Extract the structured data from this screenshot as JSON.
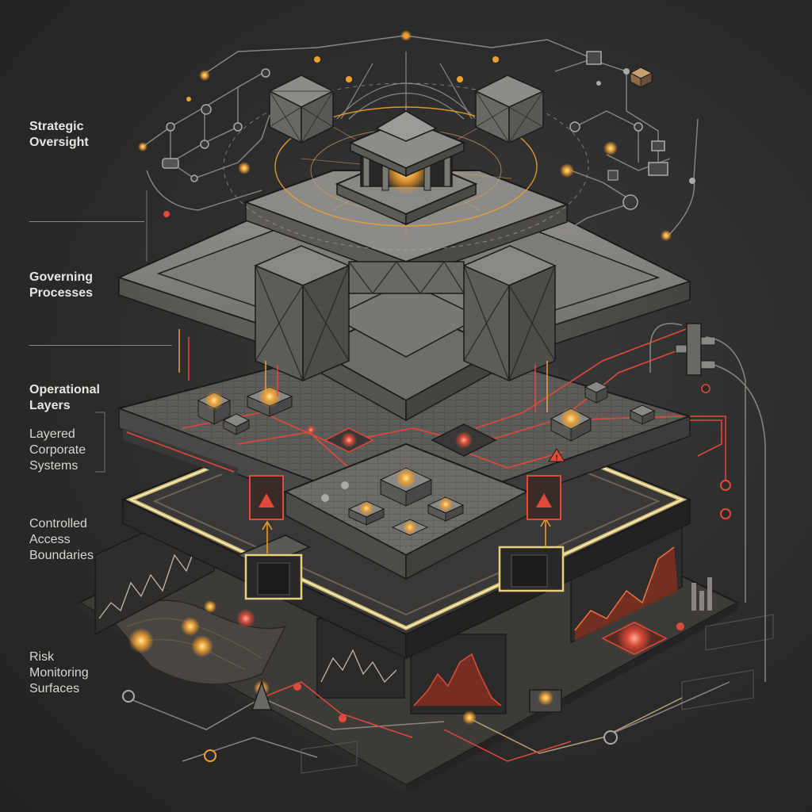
{
  "labels": {
    "strategic_oversight": "Strategic\nOversight",
    "governing_processes": "Governing\nProcesses",
    "operational_layers": "Operational\nLayers",
    "layered_systems": "Layered\nCorporate\nSystems",
    "access_boundaries": "Controlled\nAccess\nBoundaries",
    "risk_surfaces": "Risk\nMonitoring\nSurfaces"
  },
  "colors": {
    "background": "#2b2b2b",
    "stone": "#7a7875",
    "stone_light": "#9c9a96",
    "stone_dark": "#4a4846",
    "line": "#1e1e1e",
    "glow_orange": "#f0a030",
    "glow_yellow": "#e8d080",
    "risk_red": "#e04a3a",
    "label_text": "#e8e6e2"
  },
  "icons": {
    "warning": "warning-triangle-icon",
    "node": "network-node-icon",
    "cube": "wireframe-cube-icon",
    "server": "server-cluster-icon"
  }
}
